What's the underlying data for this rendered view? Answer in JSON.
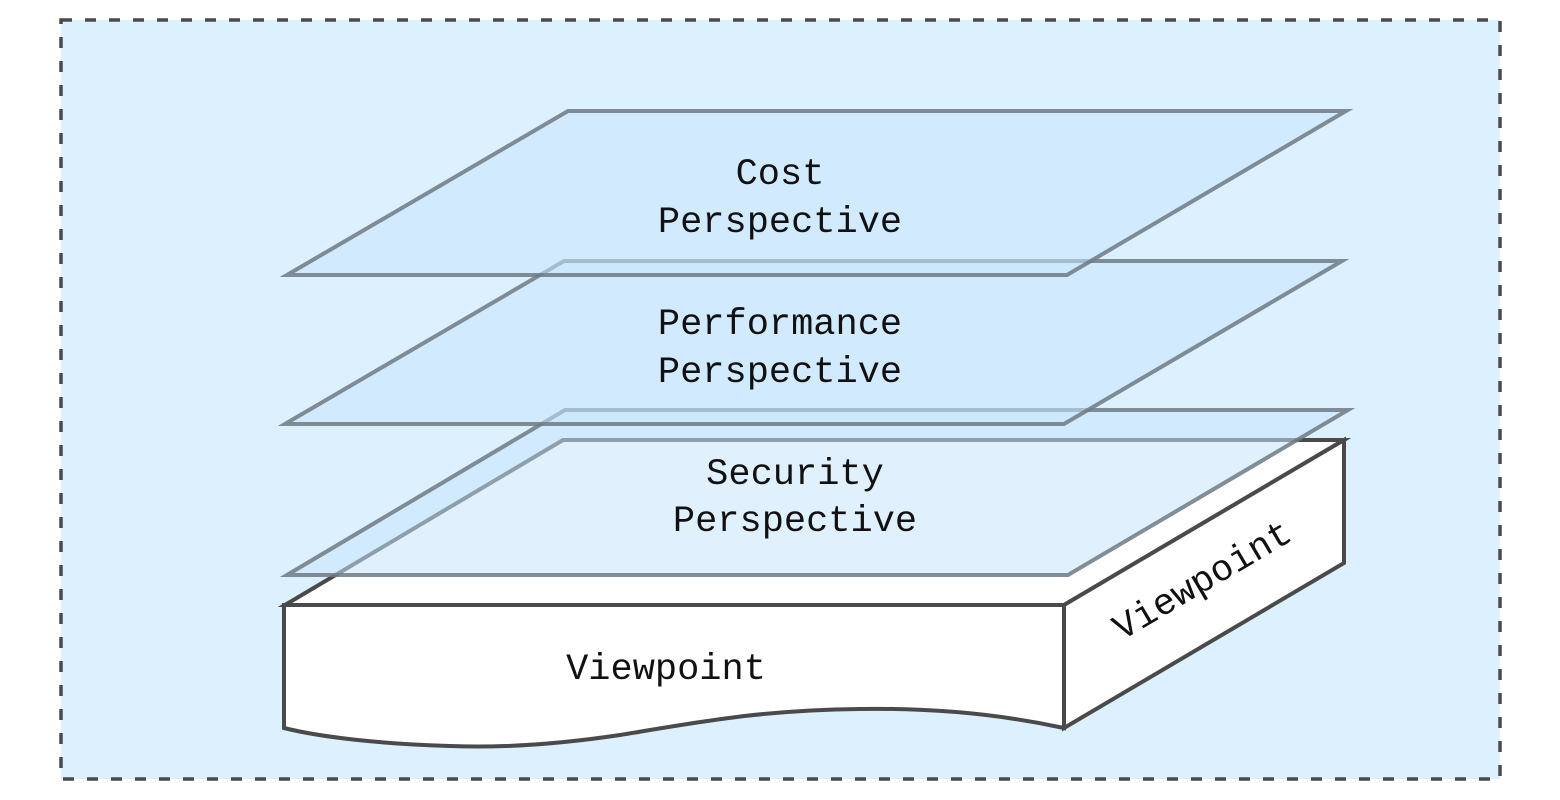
{
  "diagram": {
    "container": {
      "background": "#ddf0fe",
      "border_color": "#4a4a4a",
      "border_style": "dashed"
    },
    "layers": [
      {
        "id": "security",
        "lines": [
          "Security",
          "Perspective"
        ]
      },
      {
        "id": "performance",
        "lines": [
          "Performance",
          "Perspective"
        ]
      },
      {
        "id": "cost",
        "lines": [
          "Cost",
          "Perspective"
        ]
      }
    ],
    "base": {
      "front_label": "Viewpoint",
      "side_label": "Viewpoint",
      "fill": "#ffffff",
      "stroke": "#4a4a4a"
    },
    "layer_fill": "#cfe9fd",
    "layer_stroke": "#7a858e"
  }
}
